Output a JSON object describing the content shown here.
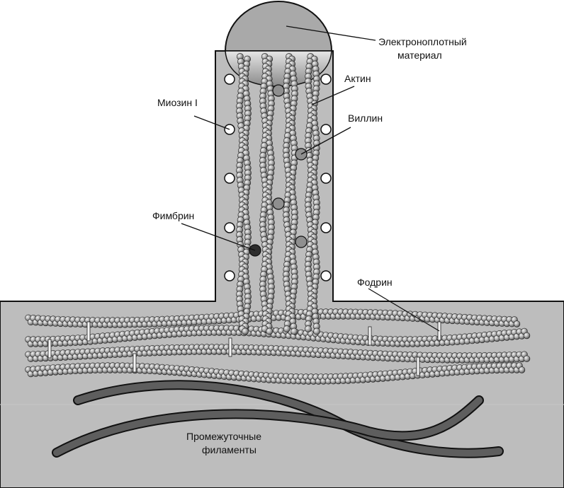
{
  "labels": {
    "electron_dense_1": "Электроноплотный",
    "electron_dense_2": "материал",
    "actin": "Актин",
    "myosin": "Миозин I",
    "villin": "Виллин",
    "fimbrin": "Фимбрин",
    "fodrin": "Фодрин",
    "intermediate_1": "Промежуточные",
    "intermediate_2": "филаменты"
  },
  "colors": {
    "background": "#ffffff",
    "cytoplasm": "#bdbdbd",
    "cap": "#a9a9a9",
    "bead": "#9a9a9a",
    "villin": "#8f8f8f",
    "fimbrin": "#2e2e2e",
    "myosin": "#ffffff",
    "intermediate_filament": "#5e5e5e"
  }
}
